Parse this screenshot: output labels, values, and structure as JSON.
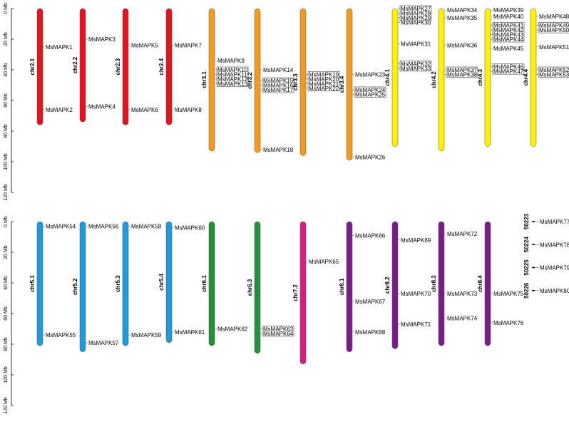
{
  "chart_data": {
    "type": "chromosome-map",
    "unit": "Mb",
    "panels": [
      {
        "id": "top",
        "axis_ticks": [
          "0 Mb",
          "20 Mb",
          "40 Mb",
          "60 Mb",
          "80 Mb",
          "100 Mb",
          "120 Mb"
        ],
        "chromosomes": [
          {
            "name": "chr2.1",
            "length": 76,
            "color": "#e8121d",
            "genes": [
              {
                "name": "MsMAPK1",
                "pos": 25
              },
              {
                "name": "MsMAPK2",
                "pos": 66
              }
            ]
          },
          {
            "name": "chr2.2",
            "length": 74,
            "color": "#e8121d",
            "genes": [
              {
                "name": "MsMAPK3",
                "pos": 20
              },
              {
                "name": "MsMAPK4",
                "pos": 64
              }
            ]
          },
          {
            "name": "chr2.3",
            "length": 76,
            "color": "#e8121d",
            "genes": [
              {
                "name": "MsMAPK5",
                "pos": 24
              },
              {
                "name": "MsMAPK6",
                "pos": 66
              }
            ]
          },
          {
            "name": "chr2.4",
            "length": 76,
            "color": "#e8121d",
            "genes": [
              {
                "name": "MsMAPK7",
                "pos": 24
              },
              {
                "name": "MsMAPK8",
                "pos": 66
              }
            ]
          },
          {
            "name": "chr3.1",
            "length": 93,
            "color": "#f59a1b",
            "genes": [
              {
                "name": "MsMAPK9",
                "pos": 34
              },
              {
                "name": "MsMAPK10",
                "pos": 40,
                "group": 1
              },
              {
                "name": "MsMAPK11",
                "pos": 43,
                "group": 1
              },
              {
                "name": "MsMAPK12",
                "pos": 46,
                "group": 1
              },
              {
                "name": "MsMAPK13",
                "pos": 49,
                "group": 1
              }
            ]
          },
          {
            "name": "chr3.2",
            "length": 94,
            "color": "#f59a1b",
            "genes": [
              {
                "name": "MsMAPK14",
                "pos": 40
              },
              {
                "name": "MsMAPK15",
                "pos": 47,
                "group": 1
              },
              {
                "name": "MsMAPK16",
                "pos": 50,
                "group": 1
              },
              {
                "name": "MsMAPK17",
                "pos": 53,
                "group": 1
              },
              {
                "name": "MsMAPK18",
                "pos": 92
              }
            ]
          },
          {
            "name": "chr3.3",
            "length": 96,
            "color": "#f59a1b",
            "genes": [
              {
                "name": "MsMAPK19",
                "pos": 43,
                "group": 1
              },
              {
                "name": "MsMAPK20",
                "pos": 46,
                "group": 1
              },
              {
                "name": "MsMAPK21",
                "pos": 49,
                "group": 1
              },
              {
                "name": "MsMAPK22",
                "pos": 52,
                "group": 1
              }
            ]
          },
          {
            "name": "chr3.4",
            "length": 99,
            "color": "#f59a1b",
            "genes": [
              {
                "name": "MsMAPK23",
                "pos": 43
              },
              {
                "name": "MsMAPK24",
                "pos": 53,
                "group": 1
              },
              {
                "name": "MsMAPK25",
                "pos": 56,
                "group": 1
              },
              {
                "name": "MsMAPK26",
                "pos": 97
              }
            ]
          },
          {
            "name": "chr4.1",
            "length": 90,
            "color": "#fff200",
            "genes": [
              {
                "name": "MsMAPK27",
                "pos": 0,
                "group": 1
              },
              {
                "name": "MsMAPK28",
                "pos": 3,
                "group": 1
              },
              {
                "name": "MsMAPK29",
                "pos": 6,
                "group": 1
              },
              {
                "name": "MsMAPK30",
                "pos": 9
              },
              {
                "name": "MsMAPK31",
                "pos": 23
              },
              {
                "name": "MsMAPK32",
                "pos": 36,
                "group": 1
              },
              {
                "name": "MsMAPK33",
                "pos": 39,
                "group": 1
              }
            ]
          },
          {
            "name": "chr4.2",
            "length": 93,
            "color": "#fff200",
            "genes": [
              {
                "name": "MsMAPK34",
                "pos": 1
              },
              {
                "name": "MsMAPK35",
                "pos": 6
              },
              {
                "name": "MsMAPK36",
                "pos": 24
              },
              {
                "name": "MsMAPK37",
                "pos": 40,
                "group": 1
              },
              {
                "name": "MsMAPK38",
                "pos": 43,
                "group": 1
              }
            ]
          },
          {
            "name": "chr4.3",
            "length": 90,
            "color": "#fff200",
            "genes": [
              {
                "name": "MsMAPK39",
                "pos": 1
              },
              {
                "name": "MsMAPK40",
                "pos": 5
              },
              {
                "name": "MsMAPK41",
                "pos": 11,
                "group": 1
              },
              {
                "name": "MsMAPK42",
                "pos": 14,
                "group": 1
              },
              {
                "name": "MsMAPK43",
                "pos": 17,
                "group": 1
              },
              {
                "name": "MsMAPK44",
                "pos": 20,
                "group": 1
              },
              {
                "name": "MsMAPK45",
                "pos": 26
              },
              {
                "name": "MsMAPK46",
                "pos": 38,
                "group": 1
              },
              {
                "name": "MsMAPK47",
                "pos": 41,
                "group": 1
              }
            ]
          },
          {
            "name": "chr4.4",
            "length": 90,
            "color": "#fff200",
            "genes": [
              {
                "name": "MsMAPK48",
                "pos": 5
              },
              {
                "name": "MsMAPK49",
                "pos": 11,
                "group": 1
              },
              {
                "name": "MsMAPK50",
                "pos": 14,
                "group": 1
              },
              {
                "name": "MsMAPK51",
                "pos": 25
              },
              {
                "name": "MsMAPK52",
                "pos": 40,
                "group": 1
              },
              {
                "name": "MsMAPK53",
                "pos": 43,
                "group": 1
              }
            ]
          }
        ]
      },
      {
        "id": "bottom",
        "axis_ticks": [
          "0 Mb",
          "20 Mb",
          "40 Mb",
          "60 Mb",
          "80 Mb",
          "100 Mb",
          "120 Mb"
        ],
        "chromosomes": [
          {
            "name": "chr5.1",
            "length": 81,
            "color": "#1d9bde",
            "genes": [
              {
                "name": "MsMAPK54",
                "pos": 3
              },
              {
                "name": "MsMAPK55",
                "pos": 74
              }
            ]
          },
          {
            "name": "chr5.2",
            "length": 85,
            "color": "#1d9bde",
            "genes": [
              {
                "name": "MsMAPK56",
                "pos": 3
              },
              {
                "name": "MsMAPK57",
                "pos": 79
              }
            ]
          },
          {
            "name": "chr5.3",
            "length": 81,
            "color": "#1d9bde",
            "genes": [
              {
                "name": "MsMAPK58",
                "pos": 3
              },
              {
                "name": "MsMAPK59",
                "pos": 74
              }
            ]
          },
          {
            "name": "chr5.4",
            "length": 79,
            "color": "#1d9bde",
            "genes": [
              {
                "name": "MsMAPK60",
                "pos": 4
              },
              {
                "name": "MsMAPK61",
                "pos": 72
              }
            ]
          },
          {
            "name": "chr6.1",
            "length": 81,
            "color": "#21913b",
            "genes": [
              {
                "name": "MsMAPK62",
                "pos": 70
              }
            ]
          },
          {
            "name": "chr6.3",
            "length": 86,
            "color": "#21913b",
            "genes": [
              {
                "name": "MsMAPK63",
                "pos": 70,
                "group": 1
              },
              {
                "name": "MsMAPK64",
                "pos": 73,
                "group": 1
              }
            ]
          },
          {
            "name": "chr7.2",
            "length": 93,
            "color": "#e2197e",
            "genes": [
              {
                "name": "MsMAPK65",
                "pos": 26
              }
            ]
          },
          {
            "name": "chr8.1",
            "length": 85,
            "color": "#7b1b8a",
            "genes": [
              {
                "name": "MsMAPK66",
                "pos": 9
              },
              {
                "name": "MsMAPK67",
                "pos": 52
              },
              {
                "name": "MsMAPK68",
                "pos": 72
              }
            ]
          },
          {
            "name": "chr8.2",
            "length": 83,
            "color": "#7b1b8a",
            "genes": [
              {
                "name": "MsMAPK69",
                "pos": 12
              },
              {
                "name": "MsMAPK70",
                "pos": 47
              },
              {
                "name": "MsMAPK71",
                "pos": 67
              }
            ]
          },
          {
            "name": "chr8.3",
            "length": 81,
            "color": "#7b1b8a",
            "genes": [
              {
                "name": "MsMAPK72",
                "pos": 8
              },
              {
                "name": "MsMAPK73",
                "pos": 47
              },
              {
                "name": "MsMAPK74",
                "pos": 63
              }
            ]
          },
          {
            "name": "chr8.4",
            "length": 81,
            "color": "#7b1b8a",
            "genes": [
              {
                "name": "MsMAPK75",
                "pos": 47
              },
              {
                "name": "MsMAPK76",
                "pos": 66
              }
            ]
          }
        ],
        "scaffolds": [
          {
            "name": "50223",
            "gene": "MsMAPK77",
            "pos": 0
          },
          {
            "name": "50224",
            "gene": "MsMAPK78",
            "pos": 15
          },
          {
            "name": "50225",
            "gene": "MsMAPK79",
            "pos": 30
          },
          {
            "name": "50226",
            "gene": "MsMAPK80",
            "pos": 45
          }
        ]
      }
    ]
  }
}
